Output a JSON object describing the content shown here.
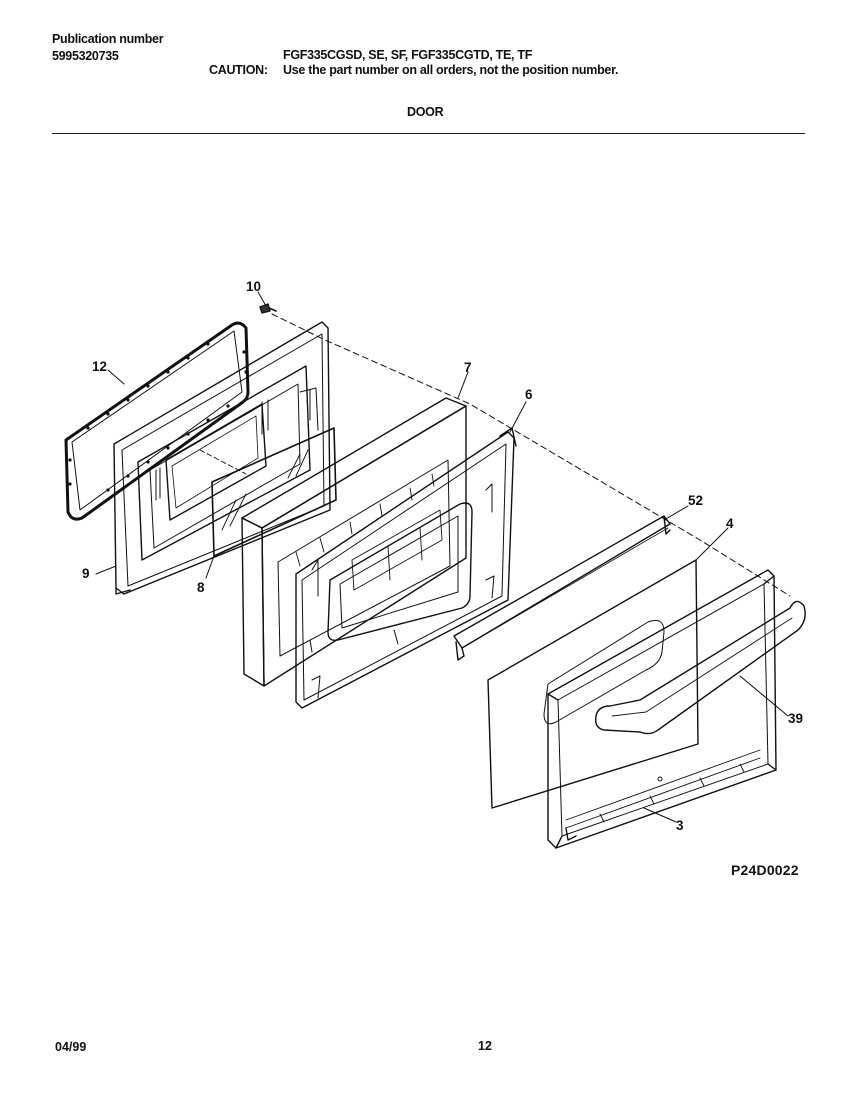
{
  "header": {
    "publication_label": "Publication number",
    "publication_number": "5995320735",
    "models": "FGF335CGSD, SE, SF, FGF335CGTD, TE, TF",
    "caution_label": "CAUTION:",
    "caution_text": "Use the part number on all orders, not the position number.",
    "section_title": "DOOR"
  },
  "callouts": {
    "c10": "10",
    "c12": "12",
    "c7": "7",
    "c6": "6",
    "c52": "52",
    "c4": "4",
    "c9": "9",
    "c8": "8",
    "c39": "39",
    "c3": "3"
  },
  "diagram_code": "P24D0022",
  "footer": {
    "date": "04/99",
    "page": "12"
  }
}
